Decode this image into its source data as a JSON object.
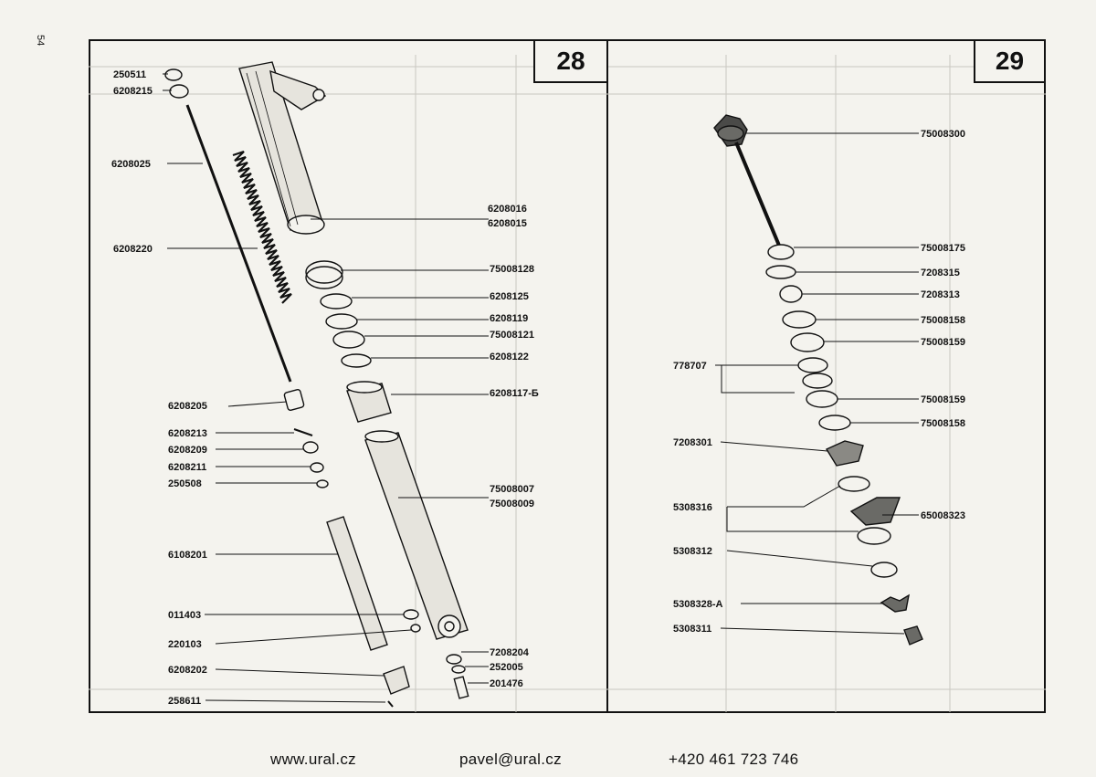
{
  "page_number": "54",
  "figures": [
    {
      "number": "28"
    },
    {
      "number": "29"
    }
  ],
  "parts_left": [
    "250511",
    "6208215",
    "6208025",
    "6208220",
    "6208016",
    "6208015",
    "75008128",
    "6208125",
    "6208119",
    "75008121",
    "6208122",
    "6208117-Б",
    "6208205",
    "6208213",
    "6208209",
    "6208211",
    "250508",
    "75008007",
    "75008009",
    "6108201",
    "011403",
    "220103",
    "7208204",
    "252005",
    "6208202",
    "201476",
    "258611"
  ],
  "parts_right": [
    "75008300",
    "75008175",
    "7208315",
    "7208313",
    "75008158",
    "75008159",
    "778707",
    "75008159",
    "75008158",
    "7208301",
    "5308316",
    "65008323",
    "5308312",
    "5308328-A",
    "5308311"
  ],
  "footer": {
    "website": "www.ural.cz",
    "email": "pavel@ural.cz",
    "phone": "+420 461 723 746"
  }
}
